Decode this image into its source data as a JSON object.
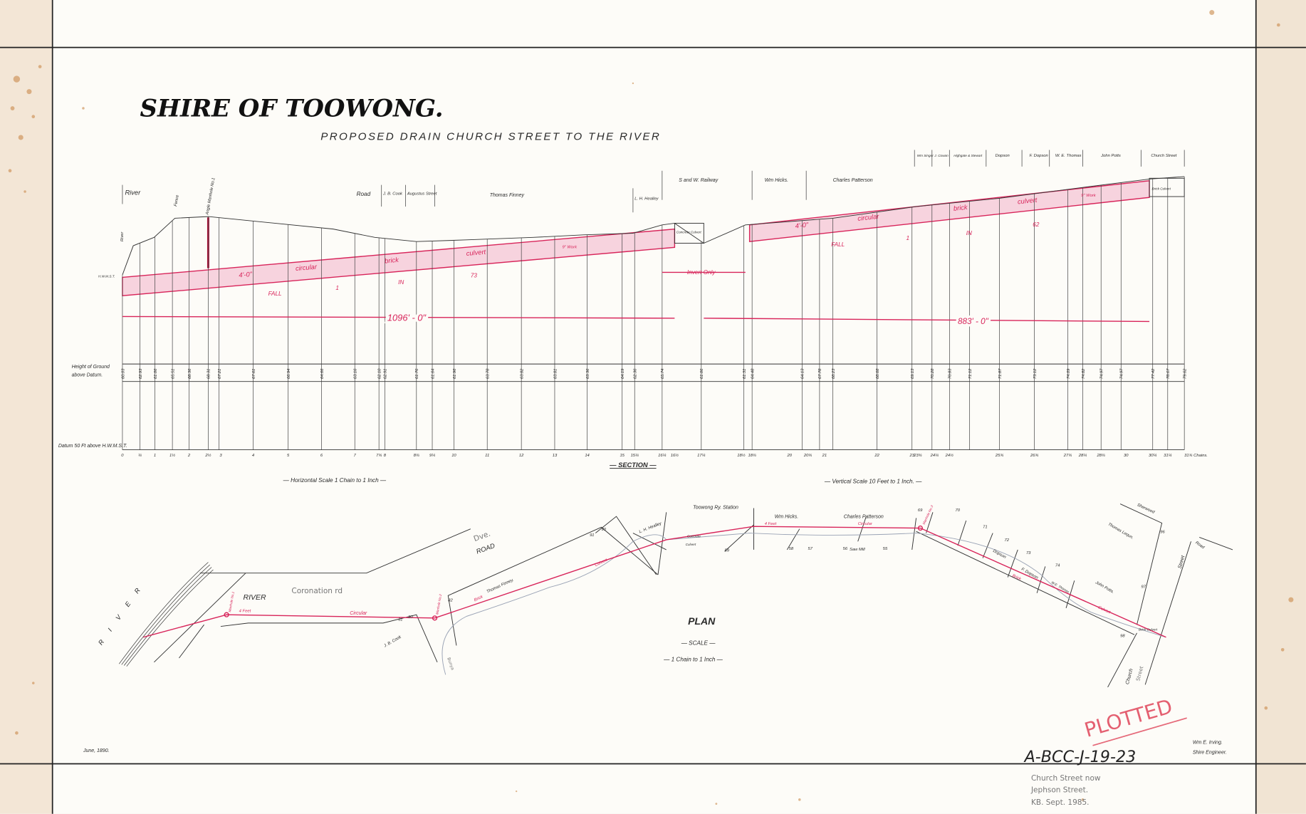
{
  "title": "SHIRE OF TOOWONG.",
  "subtitle": "PROPOSED DRAIN CHURCH STREET TO THE RIVER",
  "colors": {
    "paper": "#fdfcf8",
    "ink": "#2a2a2a",
    "drain": "#d8245a",
    "drain_fill": "#f7d3de",
    "stain": "#c9894a"
  },
  "section": {
    "owners": [
      "River",
      "Fence",
      "Angle Manhole No.1",
      "Road",
      "J. B. Cook",
      "Augustus Street",
      "Thomas Finney",
      "L. H. Healley",
      "S and W. Railway",
      "Wm Hicks.",
      "Charles Patterson",
      "Wm Singer",
      "J. Cowan",
      "Highgate & Stewart",
      "Dopson",
      "F. Dopson",
      "W. E. Thomas",
      "John Potts",
      "Church Street"
    ],
    "left_label": "River",
    "hwm": "H.W.M.S.T.",
    "culvert_left": [
      "4'-0\"",
      "circular",
      "brick",
      "culvert",
      "9\" Work"
    ],
    "fall_left": [
      "FALL",
      "1",
      "IN",
      "73"
    ],
    "culvert_right": [
      "4'-0\"",
      "circular",
      "brick",
      "culvert",
      "9\" Work"
    ],
    "fall_right": [
      "FALL",
      "1",
      "IN",
      "62"
    ],
    "concrete_culvert": "Concrete Culvert",
    "invert_only": "Invert Only",
    "brick_culvert": "Brick Culvert",
    "length_left": "1096' - 0\"",
    "length_right": "883' - 0\"",
    "height_row_label": "Height of Ground above Datum.",
    "datum_label": "Datum 50 Ft above H.W.M.S.T.",
    "heights": [
      "60.03",
      "62.93",
      "61.06",
      "65.51",
      "68.36",
      "68.31",
      "67.21",
      "67.61",
      "66.94",
      "64.66",
      "63.16",
      "62.10",
      "62.91",
      "61.76",
      "61.64",
      "61.96",
      "63.78",
      "63.82",
      "63.81",
      "63.36",
      "64.19",
      "62.36",
      "65.74",
      "61.06",
      "61.31",
      "64.48",
      "64.13",
      "67.78",
      "68.23",
      "68.68",
      "69.13",
      "70.28",
      "70.83",
      "71.12",
      "71.87",
      "73.12",
      "74.09",
      "74.82",
      "74.97",
      "74.97",
      "77.42",
      "78.67",
      "79.62"
    ],
    "chains": [
      "0",
      "¼",
      "1",
      "1½",
      "2",
      "2½",
      "3",
      "4",
      "5",
      "6",
      "7",
      "7¾",
      "8",
      "8¾",
      "9¼",
      "10",
      "11",
      "12",
      "13",
      "14",
      "15",
      "15¼",
      "16¼",
      "16½",
      "17¼",
      "18½",
      "18¾",
      "20",
      "20¾",
      "21",
      "22",
      "23",
      "23¾",
      "24¼",
      "24½",
      "25¾",
      "26¾",
      "27¾",
      "28¼",
      "28¾",
      "30",
      "30¼",
      "31¼",
      "31¾ Chains."
    ],
    "section_label": "— SECTION —",
    "horizontal_scale": "— Horizontal Scale 1 Chain to 1 Inch —",
    "vertical_scale": "— Vertical Scale 10 Feet to 1 Inch. —"
  },
  "plan": {
    "title": "PLAN",
    "scale_label": "— SCALE —",
    "scale_value": "— 1 Chain to 1 Inch —",
    "river_vertical": "R I V E R",
    "labels": {
      "river": "RIVER",
      "road": "ROAD",
      "coronation": "Coronation rd",
      "dve": "Dve.",
      "jb_cook": "J. B. Cook",
      "manhole1": "Manhole No.1",
      "manhole2": "Manhole No.2",
      "manhole3": "Manhole No.3",
      "four_feet": "4 Feet",
      "circular": "Circular",
      "brick": "Brick",
      "thomas_finney": "Thomas Finney.",
      "culvert": "Culvert",
      "healley": "L. H. Healley",
      "concrete": "Concrete",
      "culvert2": "Culvert",
      "station": "Toowong Ry. Station",
      "four_feet2": "4 Feet",
      "hicks": "Wm Hicks.",
      "patterson": "Charles Patterson",
      "circular2": "Circular",
      "saw_mill": "Saw Mill",
      "dopson": "Dopson",
      "f_dopson": "F. Dopson",
      "we_thomas": "W.E. Thomas",
      "john_potts": "John Potts.",
      "brick2": "Brick",
      "culvert3": "Culvert",
      "sherwood": "Sherwood",
      "road2": "Road",
      "street": "Street",
      "lequn": "Thomas Lequn.",
      "church": "Church",
      "street2": "Street",
      "brick_culvert": "Brick Culvert",
      "bunyip": "Bunya"
    },
    "lots": [
      "82",
      "91",
      "90",
      "59",
      "58",
      "57",
      "56",
      "55",
      "69",
      "70",
      "71",
      "72",
      "73",
      "74",
      "96",
      "97",
      "98",
      "31",
      "30"
    ]
  },
  "footer": {
    "date": "June, 1890.",
    "engineer_name": "Wm E. Irving.",
    "engineer_title": "Shire Engineer.",
    "stamp": "PLOTTED",
    "reference": "A-BCC-J-19-23",
    "note_lines": [
      "Church Street now",
      "Jephson Street.",
      "KB. Sept. 1985."
    ]
  }
}
